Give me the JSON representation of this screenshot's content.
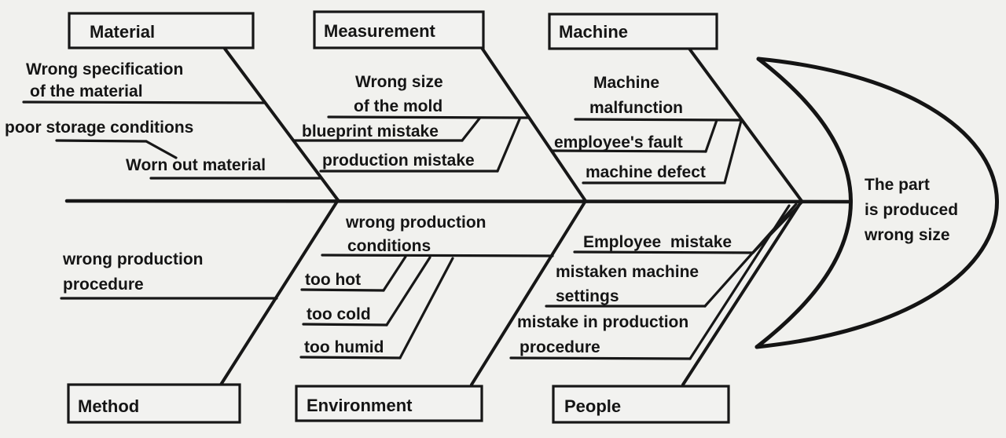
{
  "diagram_type": "fishbone-cause-effect",
  "colors": {
    "background": "#f1f1ee",
    "line": "#171717",
    "text": "#151515"
  },
  "labels": {
    "material": "Material",
    "measurement": "Measurement",
    "machine": "Machine",
    "method": "Method",
    "environment": "Environment",
    "people": "People"
  },
  "causes": {
    "material": {
      "wrong_spec_1": "Wrong specification",
      "wrong_spec_2": "of the material",
      "poor_storage": "poor storage conditions",
      "worn_out": "Worn out material"
    },
    "measurement": {
      "wrong_size_1": "Wrong size",
      "wrong_size_2": "of the mold",
      "blueprint": "blueprint mistake",
      "production": "production mistake"
    },
    "machine": {
      "malfunction_1": "Machine",
      "malfunction_2": "malfunction",
      "employee_fault": "employee's fault",
      "machine_defect": "machine defect"
    },
    "method": {
      "wrong_procedure_1": "wrong production",
      "wrong_procedure_2": "procedure"
    },
    "environment": {
      "conditions_1": "wrong production",
      "conditions_2": "conditions",
      "too_hot": "too hot",
      "too_cold": "too cold",
      "too_humid": "too humid"
    },
    "people": {
      "employee_mistake": "Employee  mistake",
      "settings_1": "mistaken machine",
      "settings_2": "settings",
      "procedure_1": "mistake in production",
      "procedure_2": "procedure"
    }
  },
  "effect": {
    "line1": "The part",
    "line2": "is produced",
    "line3": "wrong size"
  }
}
